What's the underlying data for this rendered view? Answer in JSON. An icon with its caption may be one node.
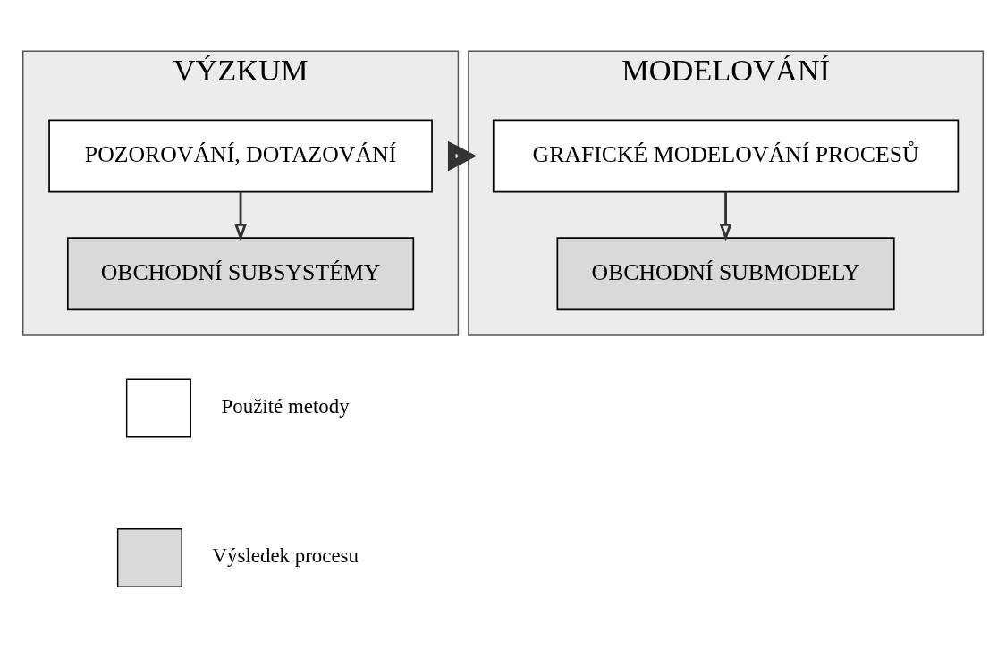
{
  "diagram": {
    "nodes": [
      {
        "text": [
          "VÝZKUM"
        ]
      },
      {
        "text": [
          "POZOROVÁNÍ, DOTAZOVÁNÍ"
        ],
        "in": 0
      },
      {
        "text": [
          "OBCHODNÍ SUBSYSTÉMY"
        ],
        "in": 0
      },
      {
        "text": [
          "MODELOVÁNÍ"
        ]
      },
      {
        "text": [
          "GRAFICKÉ MODELOVÁNÍ PROCESŮ"
        ],
        "in": 3
      },
      {
        "text": [
          "OBCHODNÍ SUBMODELY"
        ],
        "in": 3
      }
    ],
    "edges": [
      {
        "from": 1,
        "to": 2,
        "arrow": "to"
      },
      {
        "from": 4,
        "to": 5,
        "arrow": "to"
      },
      {
        "from": 0,
        "to": 3,
        "arrow": "to",
        "style": "thick"
      }
    ],
    "legend": [
      {
        "text": "Použité metody",
        "color": "#ffffff"
      },
      {
        "text": "Výsledek procesu",
        "color": "#d9d9d9"
      }
    ]
  }
}
